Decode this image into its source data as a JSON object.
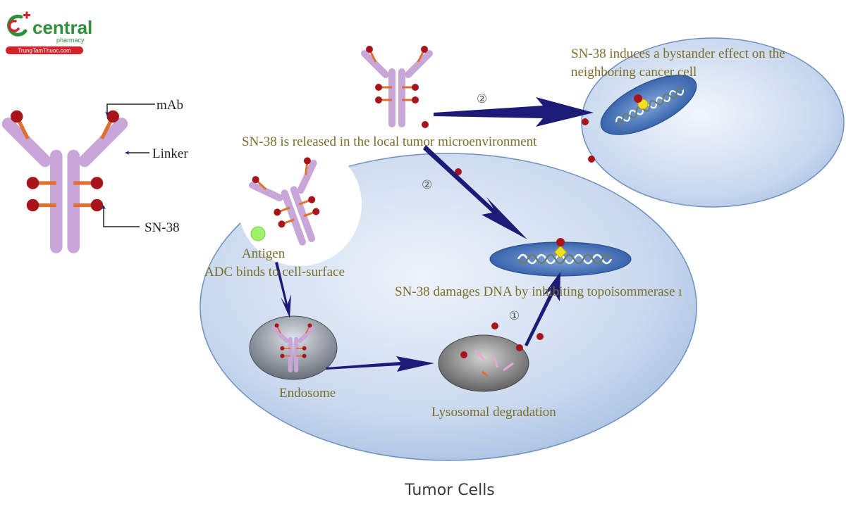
{
  "logo": {
    "name": "central",
    "sub": "pharmacy",
    "tagline": "TrungTamThuoc.com",
    "icon": "central-pharmacy-logo-icon"
  },
  "legend": {
    "mab": "mAb",
    "linker": "Linker",
    "payload": "SN-38"
  },
  "labels": {
    "bystander_line1": "SN-38 induces a bystander effect on the",
    "bystander_line2": "neighboring cancer cell",
    "released": "SN-38 is released in the local tumor microenvironment",
    "antigen": "Antigen",
    "adc_binds": "ADC binds to cell-surface",
    "damages": "SN-38 damages DNA by inhibiting topoisommerase ı",
    "endosome": "Endosome",
    "lysosomal": "Lysosomal  degradation",
    "step1": "①",
    "step2a": "②",
    "step2b": "②",
    "caption": "Tumor Cells"
  },
  "colors": {
    "antibody": "#c9a6d8",
    "payload": "#a8141c",
    "linker": "#e07030",
    "arrow": "#1c1c78",
    "cell_fill": "#c6d6ee",
    "nucleus": "#3a67b0",
    "logo_green": "#2f8f3a",
    "logo_red": "#d2232a",
    "label_olive": "#7a6e2a",
    "antigen": "#9ff06a"
  }
}
